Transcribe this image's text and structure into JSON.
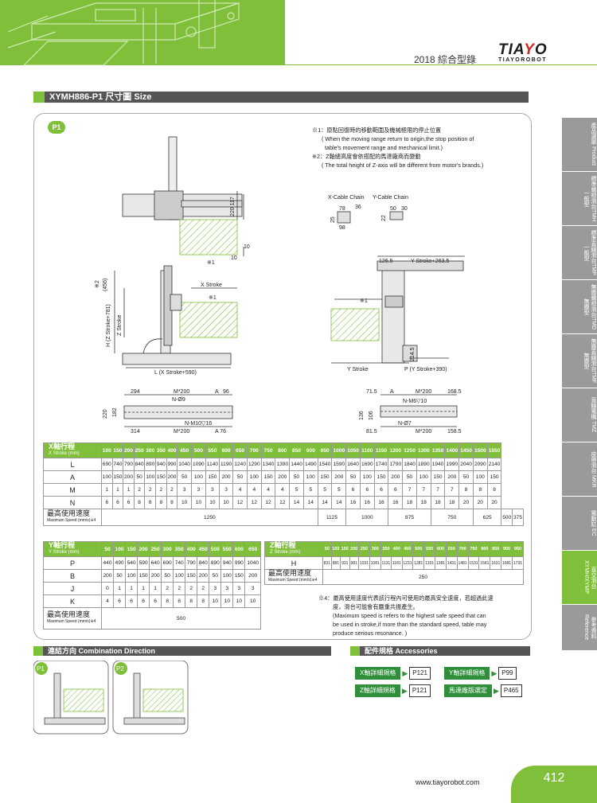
{
  "header": {
    "catalog": "2018 綜合型錄",
    "logo_main": "TIAYO",
    "logo_sub": "TIAYOROBOT"
  },
  "title": "XYMH886-P1 尺寸圖 Size",
  "badge_p1": "P1",
  "notes": [
    "※1：原點回復時的移動範圍及機械極限的停止位置",
    "( When the moving range return to origin,the stop position of",
    "table's movement range and mechanical limit.)",
    "※2：Z軸總高度會依搭配的馬達廠商而變動",
    "( The total height of  Z-axis will be different from motor's brands.)"
  ],
  "cable": {
    "x_label": "X-Cable Chain",
    "y_label": "Y-Cable Chain",
    "x_w": "78",
    "x_o": "36",
    "x_h": "25",
    "x_b": "98",
    "y_w": "50",
    "y_o": "30",
    "y_h": "22"
  },
  "dims": {
    "d220_117": "220 117",
    "d10a": "10",
    "d10b": "10",
    "m1": "※1",
    "m2": "※2",
    "x_stroke": "X Stroke",
    "d456": "(456)",
    "z_stroke": "Z Stroke",
    "h_z": "H (Z Stroke+781)",
    "l_x": "L (X Stroke+590)",
    "d126": "126.5",
    "y_stroke_263": "Y Stroke+263.5",
    "d214": "214.5",
    "y_stroke": "Y Stroke",
    "p_y": "P (Y Stroke+390)",
    "b294": "294",
    "bM200": "M*200",
    "bA": "A",
    "b96": "96",
    "bN9": "N-Ø9",
    "b220": "220",
    "b182": "182",
    "b314": "314",
    "bM200b": "M*200",
    "bNM10": "N-M10▽16",
    "bA76": "A  76",
    "c71": "71.5",
    "cA": "A",
    "cM200": "M*200",
    "c168": "168.5",
    "cNM6": "N-M6▽10",
    "c136": "136",
    "c106": "106",
    "cN7": "N-Ø7",
    "c81": "81.5",
    "cM200b": "M*200",
    "c158": "158.5"
  },
  "table_x": {
    "header_label": "X軸行程",
    "header_sub": "X Stroke (mm)",
    "strokes": [
      "100",
      "150",
      "200",
      "250",
      "300",
      "350",
      "400",
      "450",
      "500",
      "550",
      "600",
      "650",
      "700",
      "750",
      "800",
      "850",
      "900",
      "950",
      "1000",
      "1050",
      "1100",
      "1150",
      "1200",
      "1250",
      "1300",
      "1350",
      "1400",
      "1450",
      "1500",
      "1550"
    ],
    "rows": [
      {
        "label": "L",
        "values": [
          "690",
          "740",
          "790",
          "840",
          "890",
          "940",
          "990",
          "1040",
          "1090",
          "1140",
          "1190",
          "1240",
          "1290",
          "1340",
          "1390",
          "1440",
          "1490",
          "1540",
          "1590",
          "1640",
          "1690",
          "1740",
          "1790",
          "1840",
          "1890",
          "1940",
          "1990",
          "2040",
          "2090",
          "2140"
        ]
      },
      {
        "label": "A",
        "values": [
          "100",
          "150",
          "200",
          "50",
          "100",
          "150",
          "200",
          "50",
          "100",
          "150",
          "200",
          "50",
          "100",
          "150",
          "200",
          "50",
          "100",
          "150",
          "200",
          "50",
          "100",
          "150",
          "200",
          "50",
          "100",
          "150",
          "200",
          "50",
          "100",
          "150"
        ]
      },
      {
        "label": "M",
        "values": [
          "1",
          "1",
          "1",
          "2",
          "2",
          "2",
          "2",
          "3",
          "3",
          "3",
          "3",
          "4",
          "4",
          "4",
          "4",
          "5",
          "5",
          "5",
          "5",
          "6",
          "6",
          "6",
          "6",
          "7",
          "7",
          "7",
          "7",
          "8",
          "8",
          "8"
        ]
      },
      {
        "label": "N",
        "values": [
          "6",
          "6",
          "6",
          "8",
          "8",
          "8",
          "8",
          "10",
          "10",
          "10",
          "10",
          "12",
          "12",
          "12",
          "12",
          "14",
          "14",
          "14",
          "14",
          "16",
          "16",
          "16",
          "16",
          "18",
          "18",
          "18",
          "18",
          "20",
          "20",
          "20"
        ]
      }
    ],
    "speed_label": "最高使用速度",
    "speed_sub": "Maximum Speed (mm/s)※4",
    "speed_values": [
      "1250",
      "1125",
      "1000",
      "875",
      "750",
      "625",
      "500",
      "375"
    ]
  },
  "table_y": {
    "header_label": "Y軸行程",
    "header_sub": "Y Stroke (mm)",
    "strokes": [
      "50",
      "100",
      "150",
      "200",
      "250",
      "300",
      "350",
      "400",
      "450",
      "500",
      "550",
      "600",
      "650"
    ],
    "rows": [
      {
        "label": "P",
        "values": [
          "440",
          "490",
          "540",
          "590",
          "640",
          "690",
          "740",
          "790",
          "840",
          "890",
          "940",
          "990",
          "1040"
        ]
      },
      {
        "label": "B",
        "values": [
          "200",
          "50",
          "100",
          "150",
          "200",
          "50",
          "100",
          "150",
          "200",
          "50",
          "100",
          "150",
          "200"
        ]
      },
      {
        "label": "J",
        "values": [
          "0",
          "1",
          "1",
          "1",
          "1",
          "2",
          "2",
          "2",
          "2",
          "3",
          "3",
          "3",
          "3"
        ]
      },
      {
        "label": "K",
        "values": [
          "4",
          "6",
          "6",
          "6",
          "6",
          "8",
          "8",
          "8",
          "8",
          "10",
          "10",
          "10",
          "10"
        ]
      }
    ],
    "speed_label": "最高使用速度",
    "speed_sub": "Maximum Speed (mm/s)※4",
    "speed_value": "500"
  },
  "table_z": {
    "header_label": "Z軸行程",
    "header_sub": "Z Stroke (mm)",
    "strokes": [
      "50",
      "100",
      "150",
      "200",
      "250",
      "300",
      "350",
      "400",
      "450",
      "500",
      "550",
      "600",
      "650",
      "700",
      "750",
      "800",
      "850",
      "900",
      "950"
    ],
    "h_label": "H",
    "h_values": [
      "831",
      "881",
      "931",
      "981",
      "1031",
      "1081",
      "1131",
      "1181",
      "1231",
      "1281",
      "1331",
      "1381",
      "1431",
      "1481",
      "1531",
      "1581",
      "1631",
      "1681",
      "1731"
    ],
    "speed_label": "最高使用速度",
    "speed_sub": "Maximum Speed (mm/s)※4",
    "speed_value": "250"
  },
  "note4": [
    "※4：最高使用速度代表該行程內可使用的最高安全速度，若超過此速",
    "度，滑台可能會有嚴重共振產生。",
    "(Maximum speed is refers to the highest safe speed that  can",
    "be used in stroke,if more than the standard speed, table may",
    "produce serious resonance. )"
  ],
  "combination": {
    "title": "連結方向  Combination Direction",
    "p1": "P1",
    "p2": "P2"
  },
  "accessories": {
    "title": "配件規格 Accessories",
    "items": [
      {
        "label": "X軸詳細規格",
        "page": "P121"
      },
      {
        "label": "Y軸詳細規格",
        "page": "P99"
      },
      {
        "label": "Z軸詳細規格",
        "page": "P121"
      },
      {
        "label": "馬達廠版選定",
        "page": "P465"
      }
    ]
  },
  "sidebar": [
    "產品選單 Product",
    "標準螺桿滑台TMH 一般型",
    "標準直線滑台TMP 一般型",
    "無塵螺桿滑台TMD 無塵型",
    "無塵直線滑台TMF 無塵型",
    "直線電機 TMZ",
    "皮帶滑台 MKR",
    "電動缸 EC",
    "直交滑台 XYMH/XYMP",
    "參考資料 Reference"
  ],
  "sidebar_active": 8,
  "footer": {
    "url": "www.tiayorobot.com",
    "page": "412"
  },
  "colors": {
    "accent": "#7fbf3a",
    "dark": "#555555",
    "acc_label": "#2f8f3b"
  }
}
